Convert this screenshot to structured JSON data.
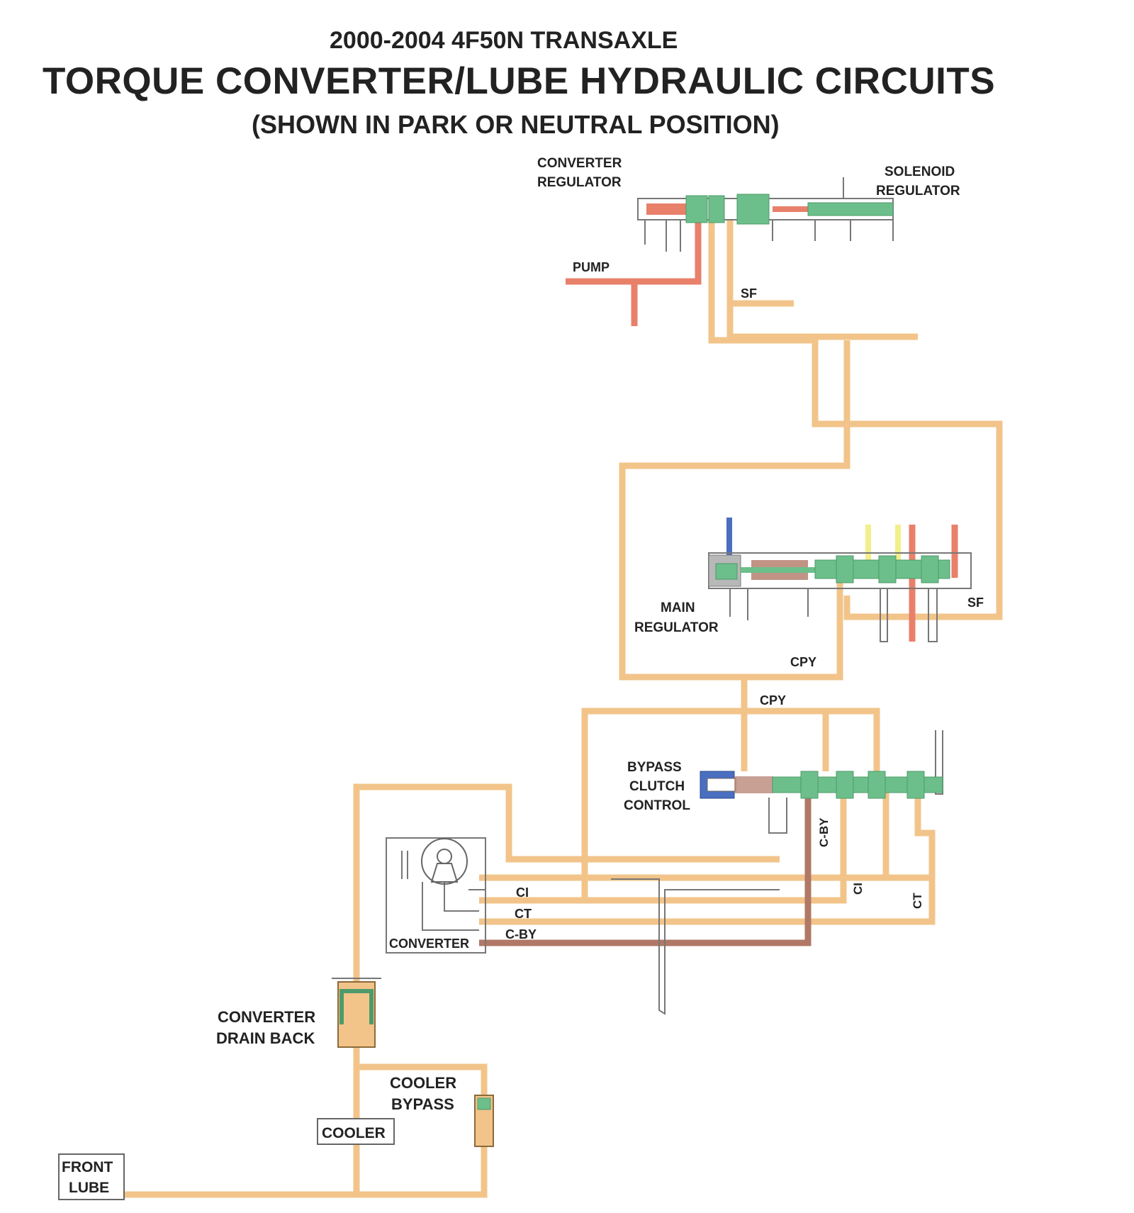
{
  "header": {
    "subtitle": "2000-2004 4F50N TRANSAXLE",
    "title": "TORQUE CONVERTER/LUBE HYDRAULIC CIRCUITS",
    "note": "(SHOWN IN PARK OR NEUTRAL POSITION)"
  },
  "labels": {
    "converter_regulator_1": "CONVERTER",
    "converter_regulator_2": "REGULATOR",
    "solenoid_regulator_1": "SOLENOID",
    "solenoid_regulator_2": "REGULATOR",
    "pump": "PUMP",
    "sf_top": "SF",
    "sf_main": "SF",
    "main_regulator_1": "MAIN",
    "main_regulator_2": "REGULATOR",
    "cpy_1": "CPY",
    "cpy_2": "CPY",
    "bypass_1": "BYPASS",
    "bypass_2": "CLUTCH",
    "bypass_3": "CONTROL",
    "c_by_vertical": "C-BY",
    "ci_vertical": "CI",
    "ct_vertical": "CT",
    "ci": "CI",
    "ct": "CT",
    "c_by": "C-BY",
    "converter": "CONVERTER",
    "drain_back_1": "CONVERTER",
    "drain_back_2": "DRAIN BACK",
    "cooler_bypass_1": "COOLER",
    "cooler_bypass_2": "BYPASS",
    "cooler": "COOLER",
    "front_lube_1": "FRONT",
    "front_lube_2": "LUBE"
  },
  "colors": {
    "lube": "#f2c48a",
    "lube_stroke": "#d69a52",
    "pump": "#e8806a",
    "valve": "#6cbf8a",
    "bypass": "#b07866",
    "blue": "#4a6fc0",
    "yellow": "#f3ef8a"
  }
}
